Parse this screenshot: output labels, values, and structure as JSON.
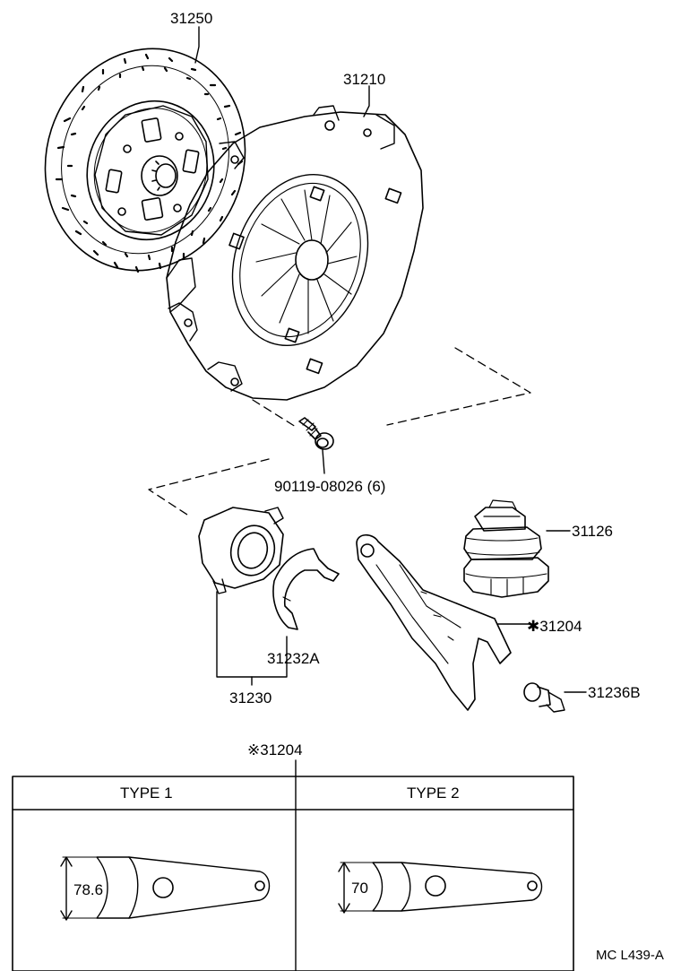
{
  "parts": {
    "clutch_disc": "31250",
    "clutch_cover": "31210",
    "bolt": "90119-08026 (6)",
    "release_bearing_hub": "31230",
    "clip": "31232A",
    "boot": "31126",
    "release_fork": "✱31204",
    "ball_stud": "31236B"
  },
  "table": {
    "title": "※31204",
    "type1": {
      "header": "TYPE 1",
      "dimension": "78.6"
    },
    "type2": {
      "header": "TYPE 2",
      "dimension": "70"
    }
  },
  "drawing_code": "MC L439-A"
}
